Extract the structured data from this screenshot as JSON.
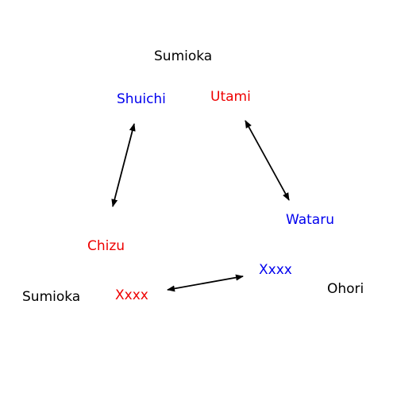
{
  "colors": {
    "family": "#000000",
    "blue": "#0000ee",
    "red": "#ee0000",
    "arrow": "#000000"
  },
  "families": {
    "top": "Sumioka",
    "left": "Sumioka",
    "right": "Ohori"
  },
  "people": {
    "shuichi": "Shuichi",
    "utami": "Utami",
    "wataru": "Wataru",
    "chizu": "Chizu",
    "xxxx_red": "Xxxx",
    "xxxx_blue": "Xxxx"
  },
  "relations": [
    {
      "from": "Shuichi",
      "to": "Chizu",
      "type": "bidirectional"
    },
    {
      "from": "Utami",
      "to": "Wataru",
      "type": "bidirectional"
    },
    {
      "from": "Xxxx",
      "to": "Xxxx",
      "type": "bidirectional"
    }
  ]
}
